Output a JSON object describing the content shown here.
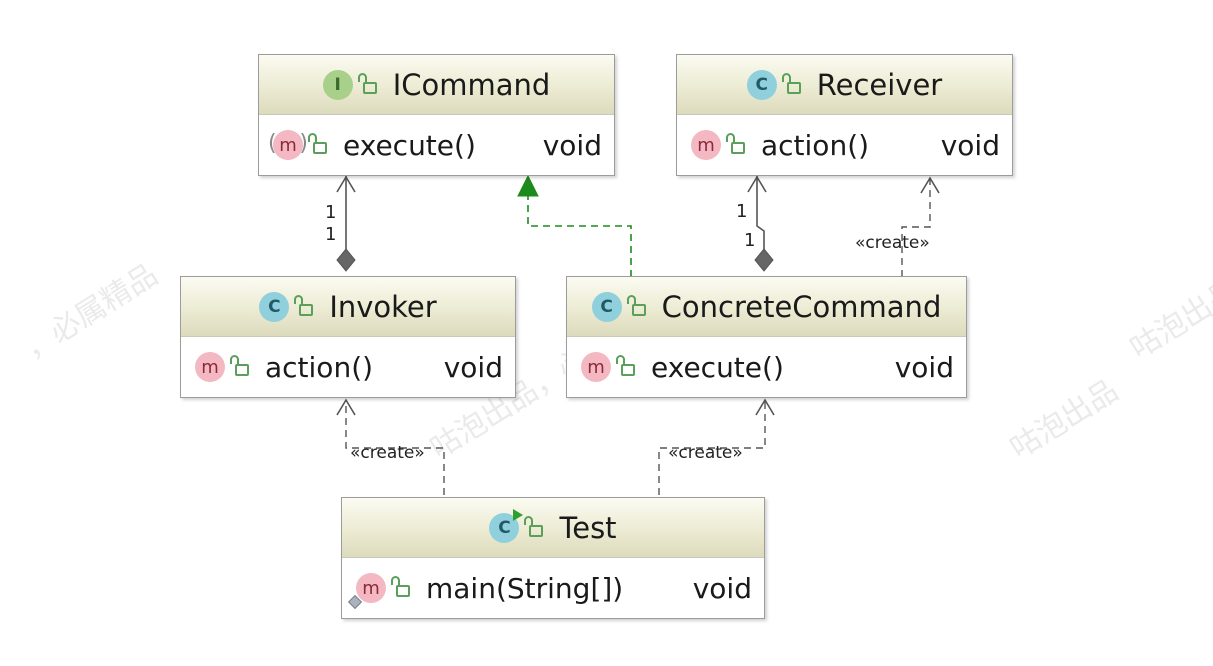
{
  "diagram": {
    "classes": [
      {
        "id": "icommand",
        "kind": "interface",
        "badge": "I",
        "name": "ICommand",
        "members": [
          {
            "badge": "m",
            "signature": "execute()",
            "type": "void"
          }
        ]
      },
      {
        "id": "receiver",
        "kind": "class",
        "badge": "C",
        "name": "Receiver",
        "members": [
          {
            "badge": "m",
            "signature": "action()",
            "type": "void"
          }
        ]
      },
      {
        "id": "invoker",
        "kind": "class",
        "badge": "C",
        "name": "Invoker",
        "members": [
          {
            "badge": "m",
            "signature": "action()",
            "type": "void"
          }
        ]
      },
      {
        "id": "concretecommand",
        "kind": "class",
        "badge": "C",
        "name": "ConcreteCommand",
        "members": [
          {
            "badge": "m",
            "signature": "execute()",
            "type": "void"
          }
        ]
      },
      {
        "id": "test",
        "kind": "class",
        "badge": "C",
        "name": "Test",
        "members": [
          {
            "badge": "m",
            "signature": "main(String[])",
            "type": "void"
          }
        ]
      }
    ],
    "relations": [
      {
        "type": "composition",
        "from": "invoker",
        "to": "icommand",
        "source_multiplicity": "1",
        "target_multiplicity": "1"
      },
      {
        "type": "realization",
        "from": "concretecommand",
        "to": "icommand"
      },
      {
        "type": "composition",
        "from": "concretecommand",
        "to": "receiver",
        "source_multiplicity": "1",
        "target_multiplicity": "1"
      },
      {
        "type": "dependency",
        "from": "concretecommand",
        "to": "receiver",
        "label": "«create»"
      },
      {
        "type": "dependency",
        "from": "test",
        "to": "invoker",
        "label": "«create»"
      },
      {
        "type": "dependency",
        "from": "test",
        "to": "concretecommand",
        "label": "«create»"
      }
    ]
  },
  "watermark": {
    "texts": [
      "，必属精品",
      "咕泡出品，必属精品",
      "咕泡出品",
      "咕泡出品，必"
    ]
  },
  "colors": {
    "header_top": "#fbfbf2",
    "header_bottom": "#dcdbbd",
    "realization_line": "#1d8a1d",
    "line": "#555555",
    "visibility_public": "#5aa05a"
  },
  "icons": {
    "interface_badge": "interface-icon",
    "class_badge": "class-icon",
    "method_badge": "method-icon",
    "visibility": "public-visibility-icon",
    "runnable": "run-marker-icon",
    "static": "static-marker-icon"
  }
}
